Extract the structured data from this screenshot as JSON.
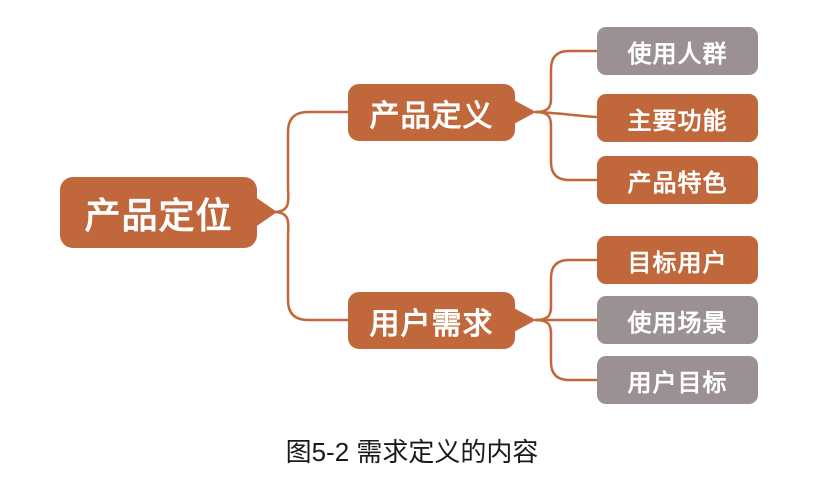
{
  "figure": {
    "caption": "图5-2 需求定义的内容"
  },
  "colors": {
    "orange": "#C0673C",
    "gray": "#9B9192",
    "line": "#C0673C",
    "node_text": "#FFFFFF",
    "caption_text": "#1A1A1A",
    "background": "#FFFFFF"
  },
  "diagram": {
    "type": "mindmap-tree",
    "root": {
      "label": "产品定位",
      "color": "#C0673C"
    },
    "branches": [
      {
        "label": "产品定义",
        "color": "#C0673C",
        "children": [
          {
            "label": "使用人群",
            "color": "#9B9192"
          },
          {
            "label": "主要功能",
            "color": "#C0673C"
          },
          {
            "label": "产品特色",
            "color": "#C0673C"
          }
        ]
      },
      {
        "label": "用户需求",
        "color": "#C0673C",
        "children": [
          {
            "label": "目标用户",
            "color": "#C0673C"
          },
          {
            "label": "使用场景",
            "color": "#9B9192"
          },
          {
            "label": "用户目标",
            "color": "#9B9192"
          }
        ]
      }
    ]
  }
}
